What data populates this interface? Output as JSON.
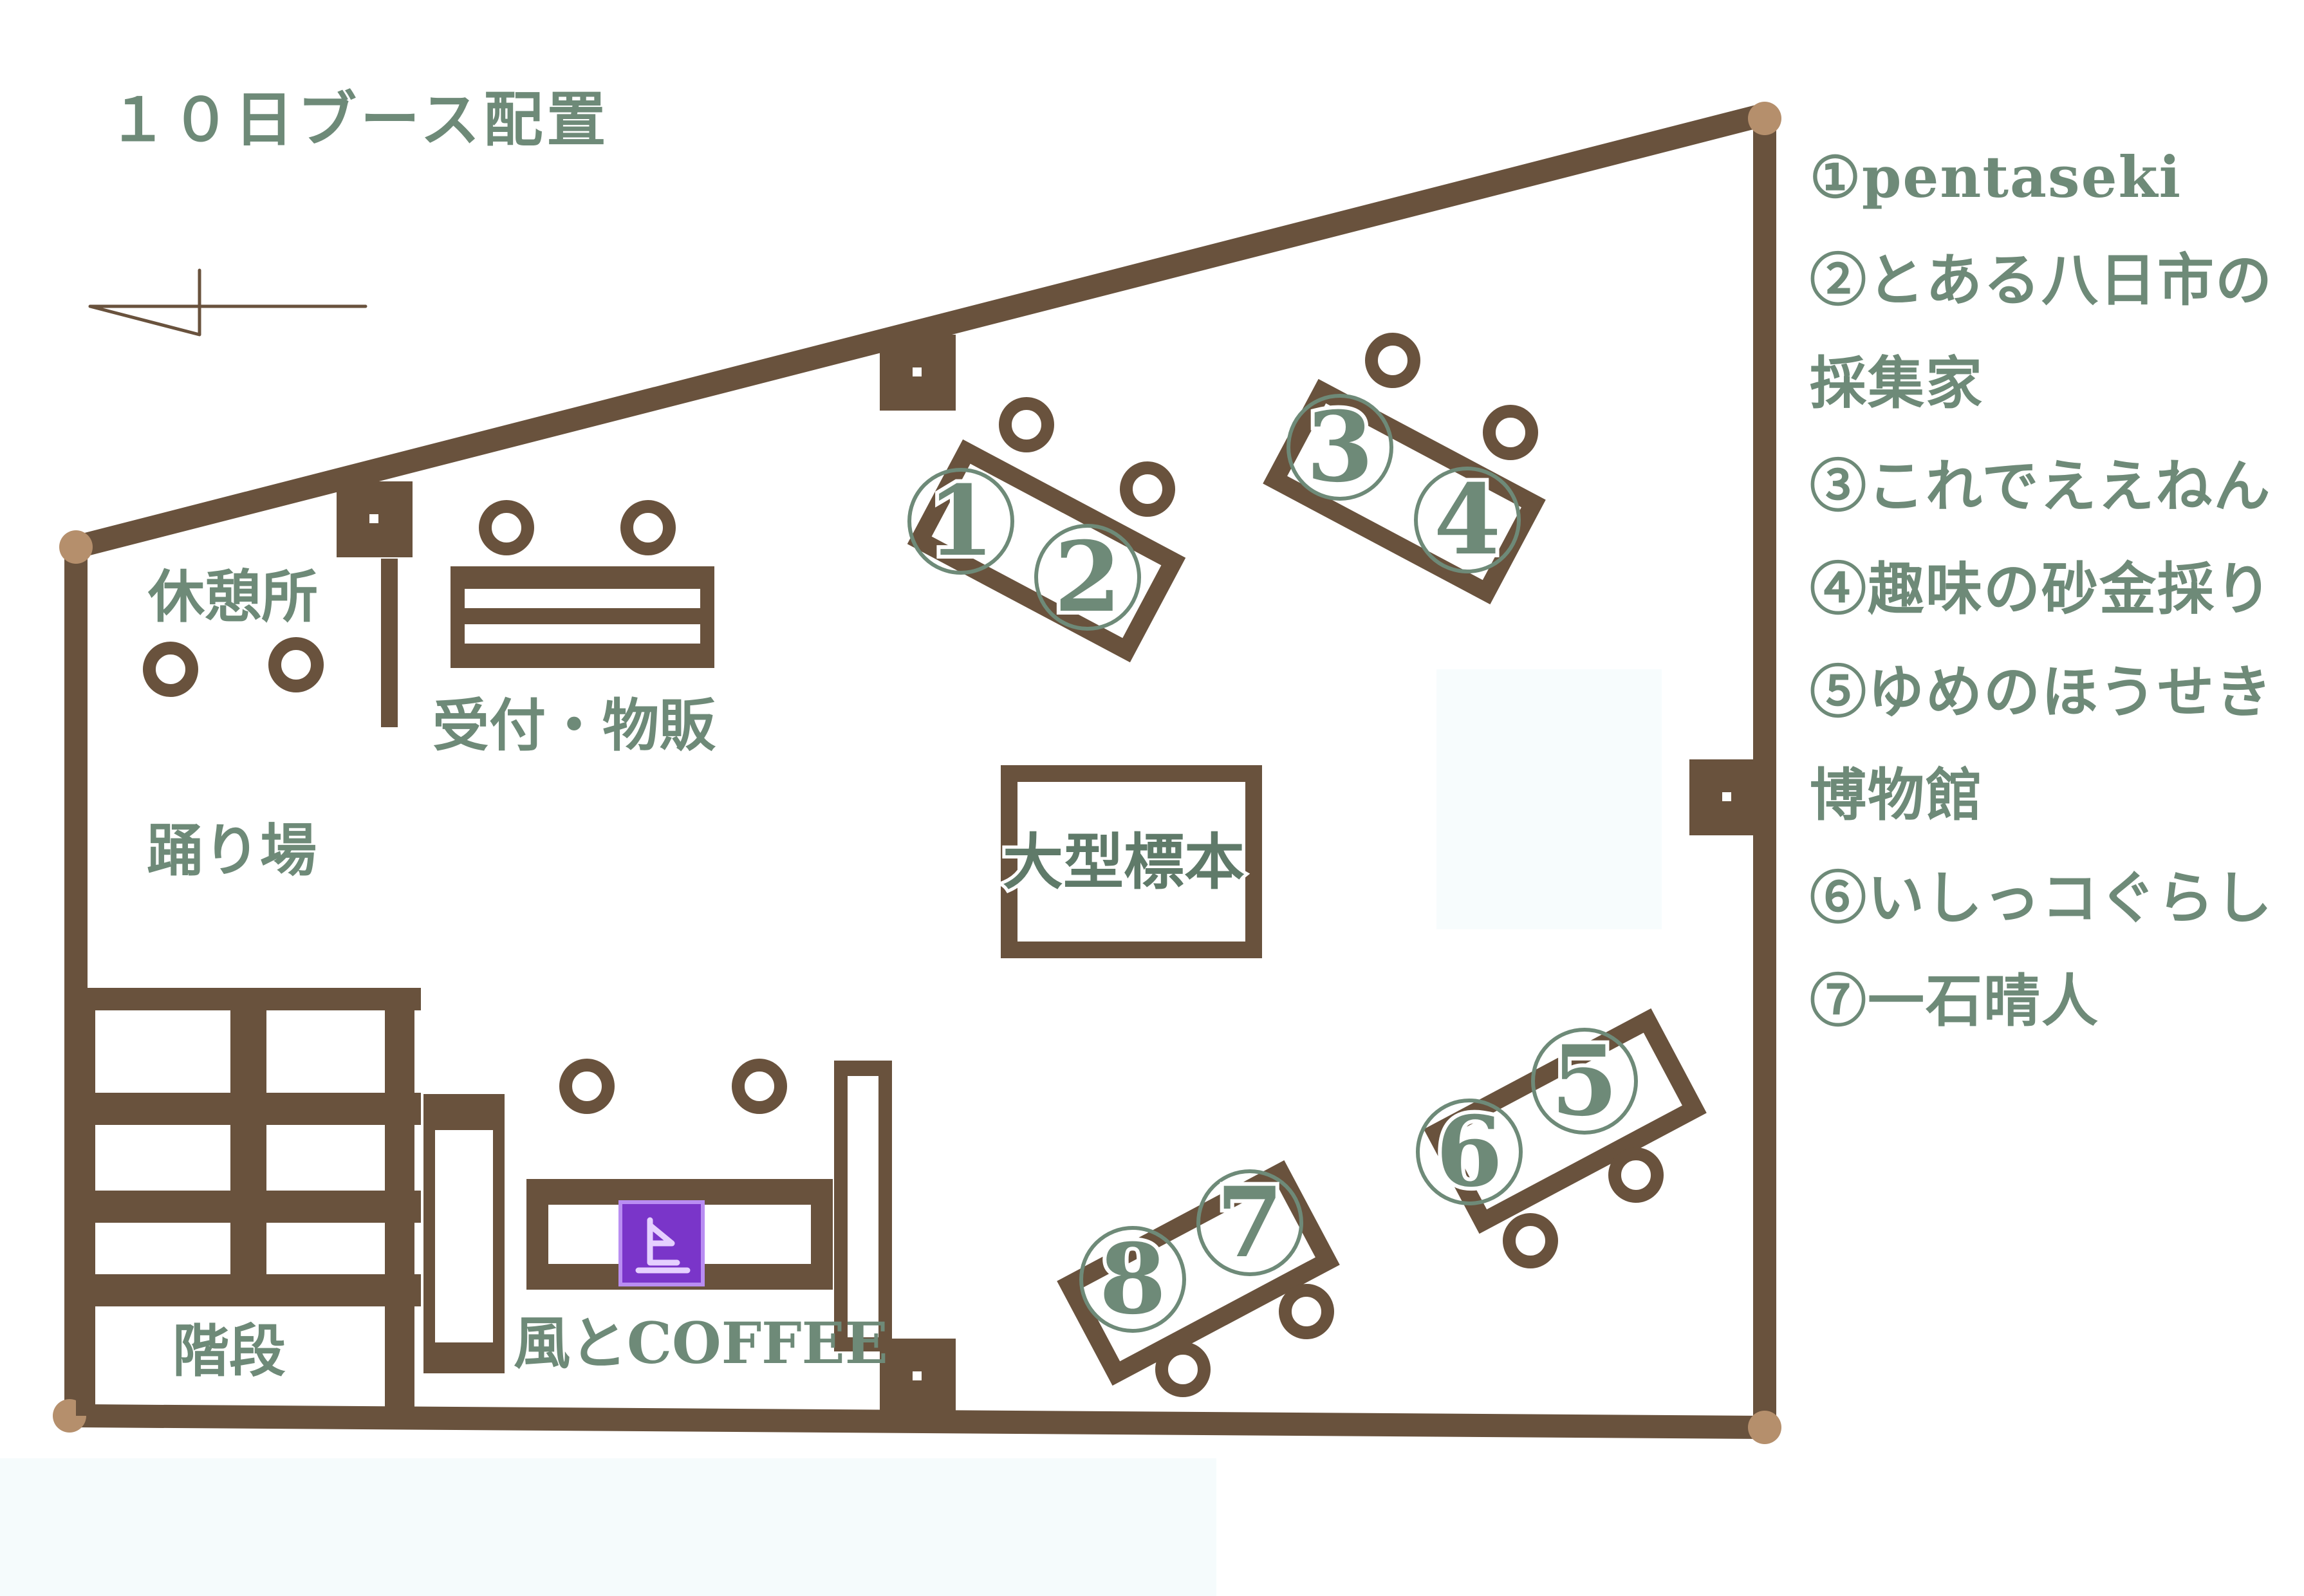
{
  "title": "１０日ブース配置",
  "colors": {
    "wall": "#69523d",
    "text": "#6e8a78",
    "pillar": "#b58f6c",
    "panel": "#f7fcfd",
    "sign": "#7a35c9"
  },
  "areas": {
    "rest": "休憩所",
    "reception": "受付・物販",
    "dance": "踊り場",
    "stairs": "階段",
    "coffee": "風とCOFFEE",
    "specimen": "大型標本"
  },
  "icons": {
    "north_arrow": "north-arrow-icon",
    "shop_sign": "sailboat-icon"
  },
  "booth_numbers": [
    "1",
    "2",
    "3",
    "4",
    "5",
    "6",
    "7",
    "8"
  ],
  "legend": [
    "①pentaseki",
    "②とある八日市の採集家",
    "③これでええねん",
    "④趣味の砂金採り",
    "⑤ゆめのほうせき博物館",
    "⑥いしっコぐらし",
    "⑦一石晴人"
  ]
}
